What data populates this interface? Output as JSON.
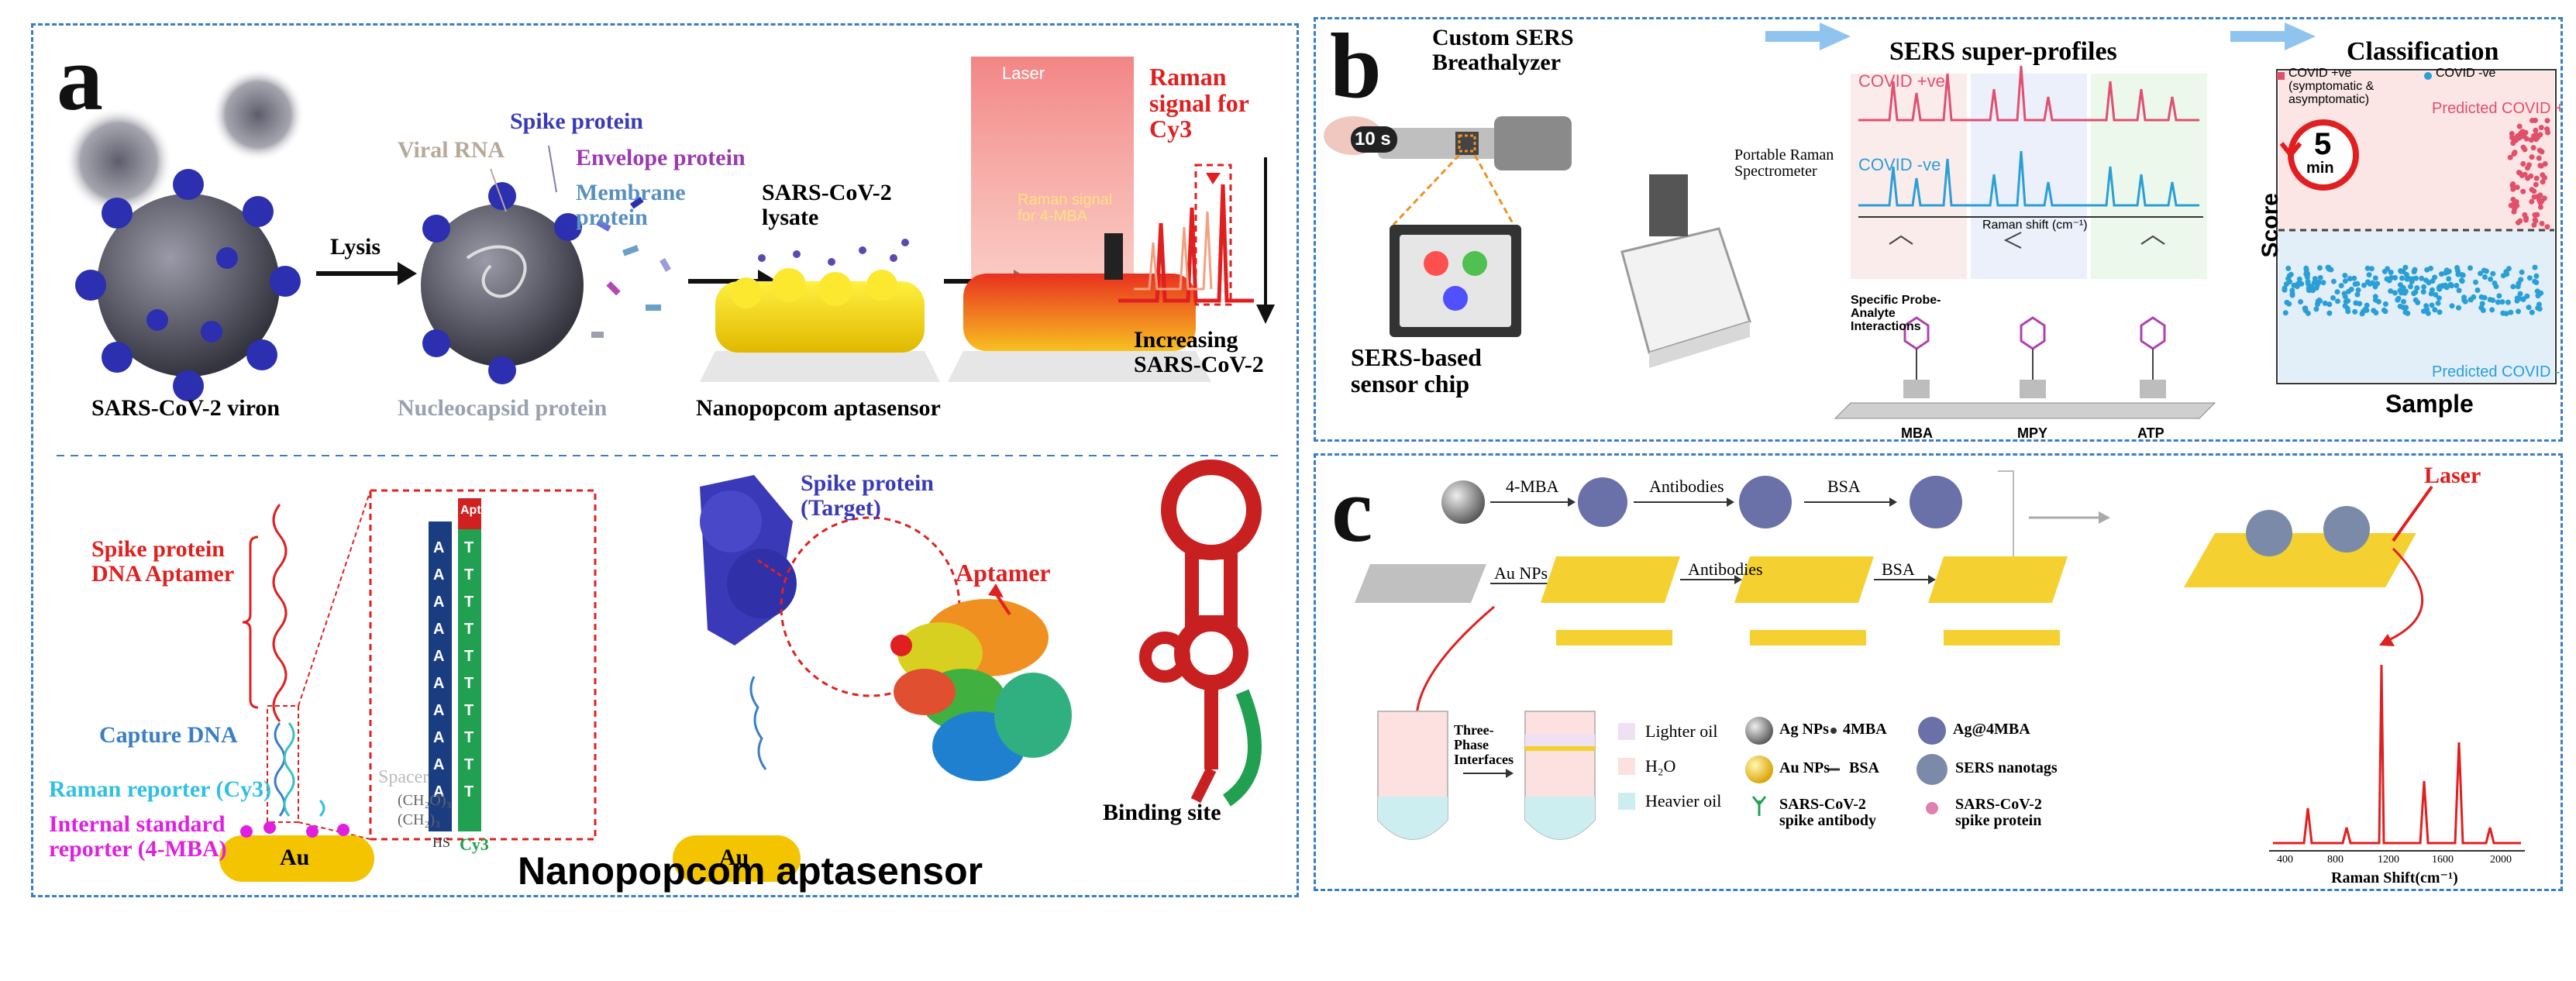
{
  "panel_a": {
    "label": "a",
    "top": {
      "virion": "SARS-CoV-2 viron",
      "lysis": "Lysis",
      "viral_rna": "Viral RNA",
      "spike_protein": "Spike protein",
      "envelope_protein": "Envelope protein",
      "membrane_protein": "Membrane protein",
      "nucleocapsid": "Nucleocapsid protein",
      "lysate": "SARS-CoV-2 lysate",
      "sensor": "Nanopopcom aptasensor",
      "laser": "Laser",
      "raman_mba": "Raman signal for 4-MBA",
      "raman_cy3": "Raman signal for Cy3",
      "increasing": "Increasing SARS-CoV-2"
    },
    "bottom": {
      "aptamer": "Spike protein DNA Aptamer",
      "capture_dna": "Capture DNA",
      "raman_reporter": "Raman reporter (Cy3)",
      "internal_std": "Internal standard reporter (4-MBA)",
      "au": "Au",
      "spacer": "Spacer",
      "ch2_a": "(CH₂O)₃",
      "ch2_b": "(CH₂)₃",
      "hs": "HS",
      "cy3": "Cy3",
      "apta": "Apta",
      "spike_target": "Spike protein (Target)",
      "aptamer_label": "Aptamer",
      "binding_site": "Binding site",
      "title": "Nanopopcom aptasensor"
    }
  },
  "panel_b": {
    "label": "b",
    "breathalyzer": "Custom SERS Breathalyzer",
    "ten_s": "10 s",
    "sensor_chip": "SERS-based sensor chip",
    "portable": "Portable Raman Spectrometer",
    "super_profiles": "SERS super-profiles",
    "covid_pos": "COVID +ve",
    "covid_neg": "COVID -ve",
    "raman_shift": "Raman shift (cm⁻¹)",
    "probe_text": "Specific Probe-Analyte Interactions",
    "probes": [
      "MBA",
      "MPY",
      "ATP"
    ],
    "classification": "Classification",
    "legend_pos": "COVID +ve (symptomatic & asymptomatic)",
    "legend_neg": "COVID -ve",
    "predicted_pos": "Predicted COVID +ve",
    "predicted_neg": "Predicted COVID -ve",
    "timer_value": "5",
    "timer_unit": "min",
    "score": "Score",
    "sample": "Sample",
    "colors": {
      "pos": "#e0506a",
      "neg": "#2a9fd6",
      "accent": "#3a7ec6"
    }
  },
  "panel_c": {
    "label": "c",
    "mba": "4-MBA",
    "antibodies": "Antibodies",
    "bsa": "BSA",
    "au_nps": "Au NPs",
    "laser": "Laser",
    "three_phase": "Three-Phase Interfaces",
    "lighter_oil": "Lighter oil",
    "h2o": "H₂O",
    "heavier_oil": "Heavier oil",
    "legend": {
      "ag_nps": "Ag NPs",
      "mba4": "4MBA",
      "ag_mba": "Ag@4MBA",
      "au_nps": "Au NPs",
      "bsa": "BSA",
      "nanotags": "SERS nanotags",
      "antibody": "SARS-CoV-2 spike antibody",
      "spike": "SARS-CoV-2 spike protein"
    },
    "axis_label": "Raman Shift(cm⁻¹)",
    "ticks": [
      "400",
      "800",
      "1200",
      "1600",
      "2000"
    ]
  }
}
